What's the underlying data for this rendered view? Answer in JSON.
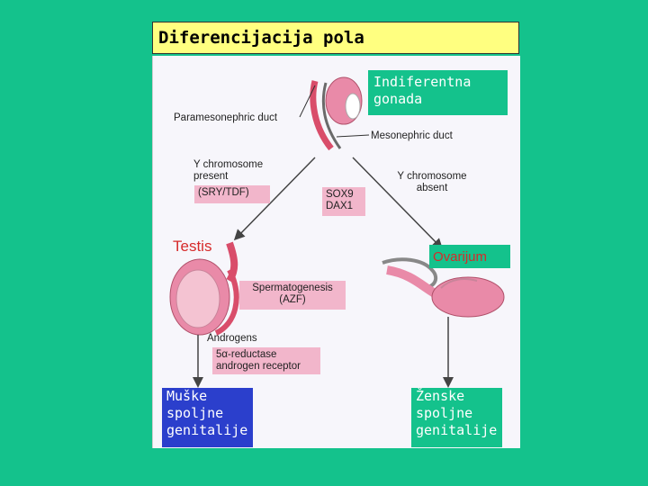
{
  "title": "Diferencijacija pola",
  "boxes": {
    "indiferentna": "Indiferentna gonada",
    "ovarijum": "Ovarijum",
    "muske": "Muške spoljne genitalije",
    "zenske": "Ženske spoljne genitalije"
  },
  "labels": {
    "paramesonephric": "Paramesonephric duct",
    "mesonephric": "Mesonephric duct",
    "y_present": "Y chromosome present",
    "y_absent": "Y chromosome absent",
    "sry": "(SRY/TDF)",
    "sox9": "SOX9",
    "dax1": "DAX1",
    "testis": "Testis",
    "spermatogenesis": "Spermatogenesis",
    "azf": "(AZF)",
    "androgens": "Androgens",
    "reductase": "5α-reductase",
    "receptor": "androgen receptor"
  },
  "colors": {
    "background": "#14c28c",
    "title_bg": "#ffff80",
    "pink_label": "#f2b6cb",
    "male_box": "#2b3fcc",
    "accent_red": "#d62a2a"
  }
}
